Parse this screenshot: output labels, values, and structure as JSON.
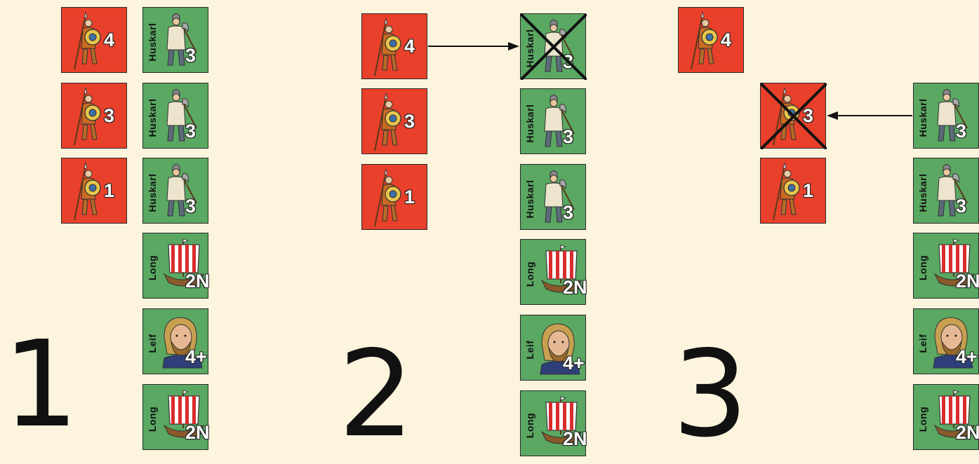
{
  "panels": [
    {
      "step": "1",
      "red_counters": [
        {
          "value": "4"
        },
        {
          "value": "3"
        },
        {
          "value": "1"
        }
      ],
      "green_counters": [
        {
          "label": "Huskarl",
          "value": "3"
        },
        {
          "label": "Huskarl",
          "value": "3"
        },
        {
          "label": "Huskarl",
          "value": "3"
        },
        {
          "label": "Long",
          "value": "2N"
        },
        {
          "label": "Leif",
          "value": "4+"
        },
        {
          "label": "Long",
          "value": "2N"
        }
      ]
    },
    {
      "step": "2",
      "red_counters": [
        {
          "value": "4"
        },
        {
          "value": "3"
        },
        {
          "value": "1"
        }
      ],
      "green_counters": [
        {
          "label": "Huskarl",
          "value": "3",
          "eliminated": true
        },
        {
          "label": "Huskarl",
          "value": "3"
        },
        {
          "label": "Huskarl",
          "value": "3"
        },
        {
          "label": "Long",
          "value": "2N"
        },
        {
          "label": "Leif",
          "value": "4+"
        },
        {
          "label": "Long",
          "value": "2N"
        }
      ],
      "attack": "red 4 attacks Huskarl 3"
    },
    {
      "step": "3",
      "red_counters": [
        {
          "value": "4"
        },
        {
          "value": "3",
          "eliminated": true
        },
        {
          "value": "1"
        }
      ],
      "green_counters": [
        {
          "label": "Huskarl",
          "value": "3"
        },
        {
          "label": "Huskarl",
          "value": "3"
        },
        {
          "label": "Long",
          "value": "2N"
        },
        {
          "label": "Leif",
          "value": "4+"
        },
        {
          "label": "Long",
          "value": "2N"
        }
      ],
      "attack": "Huskarl 3 attacks red 3"
    }
  ],
  "colors": {
    "background": "#fdf4dd",
    "red_side": "#e8402a",
    "green_side": "#5aa862"
  },
  "icons": {
    "red_unit": "spearman-icon",
    "huskarl": "axeman-icon",
    "long": "longship-icon",
    "leif": "leader-portrait-icon",
    "eliminated": "x-mark-icon"
  }
}
